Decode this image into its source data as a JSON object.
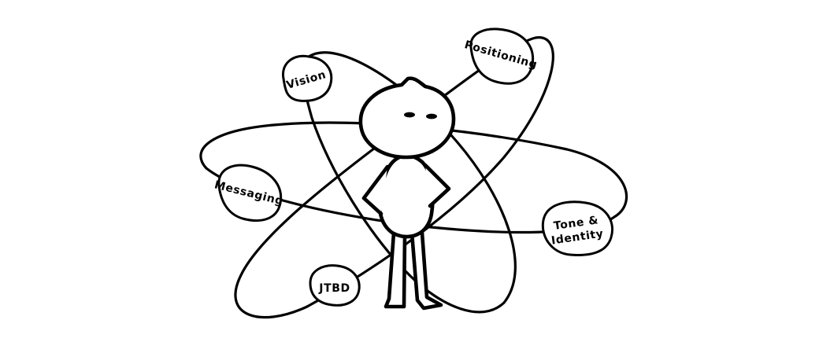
{
  "diagram": {
    "concepts": [
      {
        "id": "vision",
        "lines": [
          "Vision"
        ]
      },
      {
        "id": "positioning",
        "lines": [
          "Positioning"
        ]
      },
      {
        "id": "messaging",
        "lines": [
          "Messaging"
        ]
      },
      {
        "id": "tone-identity",
        "lines": [
          "Tone &",
          "Identity"
        ]
      },
      {
        "id": "jtbd",
        "lines": [
          "JTBD"
        ]
      }
    ],
    "colors": {
      "ink": "#000000",
      "paper": "#ffffff"
    }
  }
}
